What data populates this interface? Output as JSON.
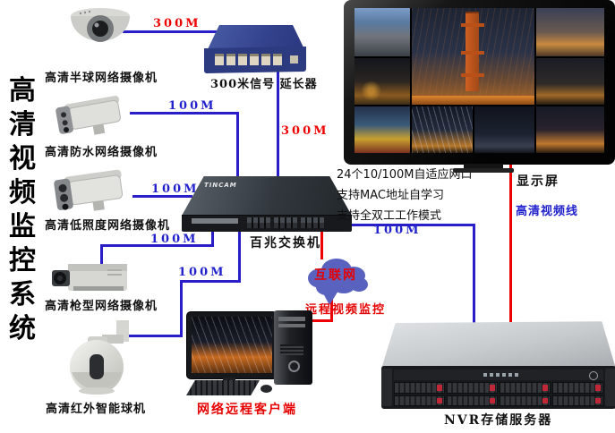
{
  "system": {
    "title_vertical": [
      "高",
      "清",
      "视",
      "频",
      "监",
      "控",
      "系",
      "统"
    ]
  },
  "devices": {
    "cameras": [
      {
        "name": "dome",
        "label": "高清半球网络摄像机"
      },
      {
        "name": "waterproof-bullet",
        "label": "高清防水网络摄像机"
      },
      {
        "name": "low-light-bullet",
        "label": "高清低照度网络摄像机"
      },
      {
        "name": "box-gun",
        "label": "高清枪型网络摄像机"
      },
      {
        "name": "ptz-ball",
        "label": "高清红外智能球机"
      }
    ],
    "extender": {
      "label": "300米信号 延长器"
    },
    "switch": {
      "brand": "TINCAM",
      "label": "百兆交换机",
      "features": [
        "24个10/100M自适应网口",
        "支持MAC地址自学习",
        "支持全双工工作模式"
      ]
    },
    "display_wall": {
      "label": "显示屏",
      "cable_label": "高清视频线"
    },
    "nvr": {
      "label": "NVR存储服务器"
    },
    "client_pc": {
      "label": "网络远程客户端"
    },
    "internet": {
      "cloud_label": "互联网",
      "note_label": "远程视频监控"
    }
  },
  "link_labels": {
    "dome_to_extender": "300M",
    "extender_to_switch": "300M",
    "waterproof_to_switch": "100M",
    "lowlight_to_switch": "100M",
    "gun_to_switch": "100M",
    "ptz_to_switch": "100M",
    "switch_to_nvr": "100M"
  },
  "colors": {
    "lan_line": "#2a1ec8",
    "video_line": "#ee0000",
    "label_blue": "#2222cc",
    "label_red": "#ee0000",
    "cloud_fill": "#5a62c0"
  }
}
